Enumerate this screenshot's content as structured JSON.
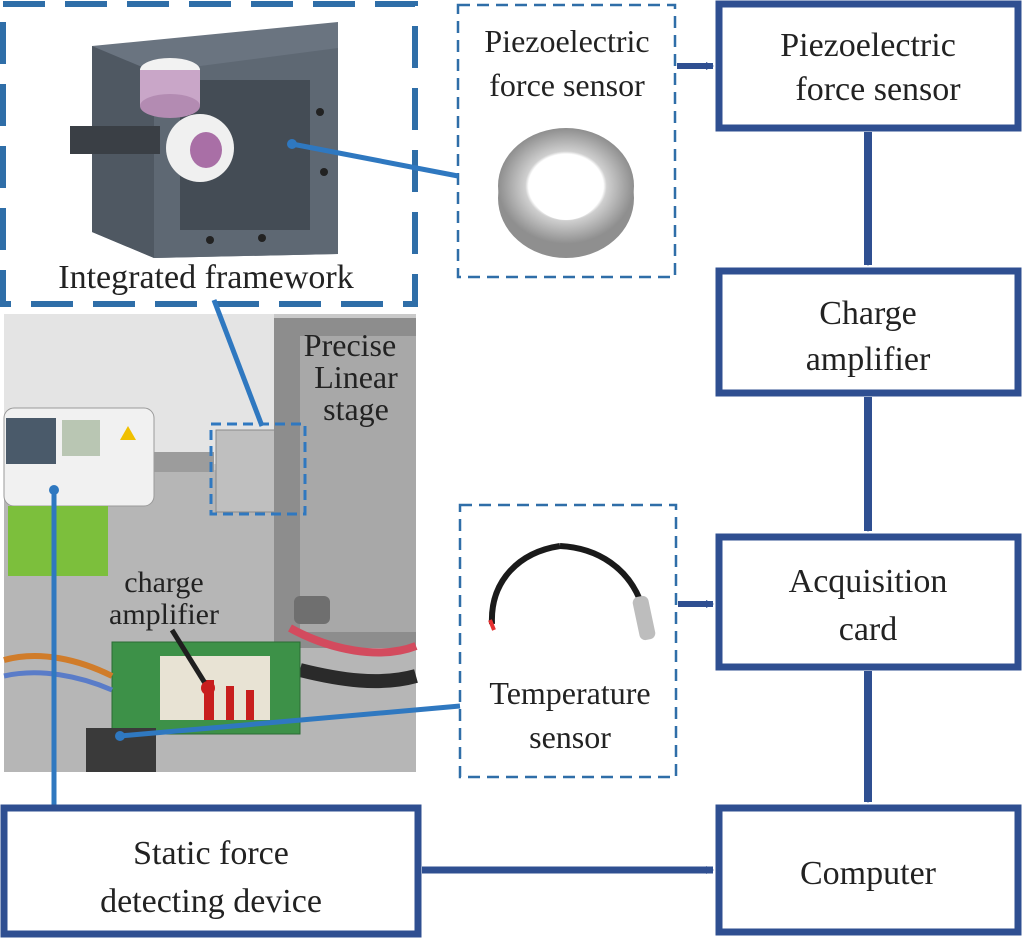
{
  "colors": {
    "flow_box_border": "#2f4f91",
    "flow_arrow": "#2f4f91",
    "dashed_border": "#2f6ea8",
    "leader_line": "#2f78c0",
    "text": "#222222"
  },
  "flow_boxes": [
    {
      "id": "piezo",
      "lines": [
        "Piezoelectric",
        "force sensor"
      ]
    },
    {
      "id": "charge",
      "lines": [
        "Charge",
        "amplifier"
      ]
    },
    {
      "id": "acq",
      "lines": [
        "Acquisition",
        "card"
      ]
    },
    {
      "id": "computer",
      "lines": [
        "Computer"
      ]
    },
    {
      "id": "static",
      "lines": [
        "Static force",
        "detecting device"
      ]
    }
  ],
  "callouts": {
    "framework": {
      "label": "Integrated framework",
      "content_icon": "framework-render-icon"
    },
    "piezo_photo": {
      "lines": [
        "Piezoelectric",
        "force sensor"
      ],
      "content_icon": "ring-sensor-icon"
    },
    "temp_photo": {
      "lines": [
        "Temperature",
        "sensor"
      ],
      "content_icon": "temperature-probe-icon"
    }
  },
  "photo": {
    "content_icon": "lab-setup-photo-icon",
    "labels": {
      "stage": [
        "Precise",
        "Linear",
        "stage"
      ],
      "amplifier": [
        "charge",
        "amplifier"
      ]
    }
  }
}
